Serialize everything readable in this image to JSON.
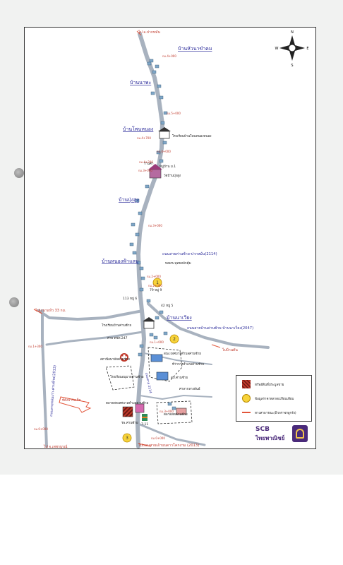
{
  "map": {
    "places": {
      "hua_kham": "บ้านหัวนาขำคม",
      "nanoi": "บ้านนาพะ",
      "nong": "บ้านโพนหนอง",
      "pu_sung": "บ้านปุ่งสูง",
      "sam_saeng": "บ้านหนองฟ้าแลบ",
      "na_chiang": "บ้านนาเวียง"
    },
    "roads": {
      "r2114": "ถนนสายค่านซ้าย-ปากหมัน(2114)",
      "r2047": "ถนนสายบ้านค่านซ้าย-บ้านนาเวียง(2047)",
      "r2013": "ไปถนนสายเอ้าบนดาวโคกงาม (2013)"
    },
    "directions": {
      "top": "ไป อ.ปากหมัน",
      "left": "ไปบ.นาแห้ว 33 กม.",
      "east": "ไปบ้านตัน",
      "bottom_left": "ไป จ.เพชรบูรณ์"
    },
    "labels": {
      "school_nong": "โรงเรียนบ้านโพนหนองหนอง",
      "school_dansai": "โรงเรียนบ้านค่านซ้าย",
      "temple": "วัดบ้านปุ่งสูง",
      "shrine": "หอพระพุทธหลักคุ้ม",
      "shop": "ร้านค้า",
      "hq": "ค่าย ตชด.247",
      "health": "สถานีอนามัยค่านซ้าย",
      "school2": "โรงเรียนอนุบาลค่านซ้าย",
      "district": "ที่ว่าการอำเภอค่านซ้าย",
      "police": "สภ.ค่านซ้าย",
      "hospital": "รพ.ค่านซ้าย",
      "market": "ตลาดสดเทศบาลตำบลค่านซ้าย",
      "seven": "7-11",
      "court": "ศาลากลางพันธ์",
      "water": "ตลาดสดค่านซ้าย",
      "office": "สนง.เทศบาลตำบลค่านซ้าย",
      "mu1": "หมู่บ้าน ม.1",
      "here": "ที่ตั้งฟาร์มเห็ด",
      "mu9": "79 หมู่ 9",
      "mu6": "113 หมู่ 6",
      "mu5": "42 หมู่ 5",
      "pin1": "1",
      "pin2": "2",
      "pin3": "3"
    },
    "kms": {
      "k1": "กม.4+000",
      "k2": "กม.5+000",
      "k3": "กม.4+700",
      "k4": "กม.4+200",
      "k5": "กม.4+000",
      "k6": "กม.3+000",
      "k7": "กม.3+000",
      "k8": "กม.2+000",
      "k9": "กม.2+000",
      "k10": "กม.1+000",
      "k11": "กม.1+300",
      "k12": "กม.0+000",
      "k13": "กม.0+000",
      "k14": "กม.3+000"
    },
    "compass": {
      "n": "N",
      "s": "S",
      "e": "E",
      "w": "W"
    }
  },
  "legend": {
    "item1": "ทรัพย์สินที่ประมูลขาย",
    "item2": "ข้อมูลราคาตลาดเปรียบเทียบ",
    "item3": "ทางสาธารณะ(ผิวจราจรลูกรัง)"
  },
  "logo": {
    "brand": "SCB",
    "name": "ไทยพาณิชย์"
  },
  "colors": {
    "road": "#a8b2bf",
    "link": "#2b2b9a",
    "km": "#c0392b",
    "pin": "#f7d33a"
  }
}
